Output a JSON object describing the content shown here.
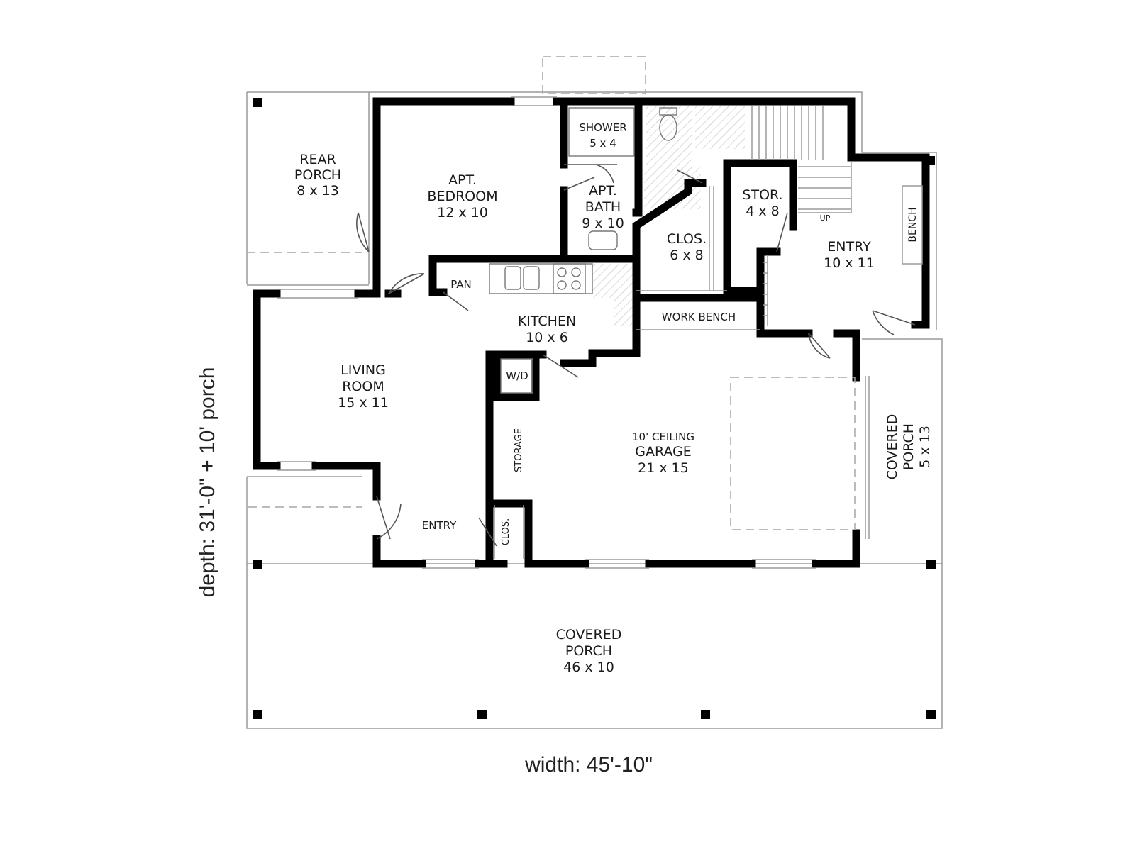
{
  "plan": {
    "labels": {
      "rear_porch": "REAR",
      "rear_porch_2": "PORCH",
      "rear_porch_size": "8 x 13",
      "apt_bedroom": "APT.",
      "apt_bedroom_2": "BEDROOM",
      "apt_bedroom_size": "12 x 10",
      "shower": "SHOWER",
      "shower_size": "5 x 4",
      "apt_bath": "APT.",
      "apt_bath_2": "BATH",
      "apt_bath_size": "9 x 10",
      "clos_center": "CLOS.",
      "clos_center_size": "6 x 8",
      "stor": "STOR.",
      "stor_size": "4 x 8",
      "up": "UP",
      "bench": "BENCH",
      "entry_right": "ENTRY",
      "entry_right_size": "10 x 11",
      "pan": "PAN",
      "kitchen": "KITCHEN",
      "kitchen_size": "10 x 6",
      "work_bench": "WORK BENCH",
      "wd": "W/D",
      "living_room": "LIVING",
      "living_room_2": "ROOM",
      "living_room_size": "15 x 11",
      "storage": "STORAGE",
      "garage_ceiling": "10' CEILING",
      "garage": "GARAGE",
      "garage_size": "21 x 15",
      "covered_porch_side": "COVERED",
      "covered_porch_side_2": "PORCH",
      "covered_porch_side_size": "5 x 13",
      "entry_front": "ENTRY",
      "clos_small": "CLOS.",
      "covered_porch_front": "COVERED",
      "covered_porch_front_2": "PORCH",
      "covered_porch_front_size": "46 x 10"
    },
    "dimensions": {
      "depth": "depth: 31'-0\" + 10' porch",
      "width": "width: 45'-10\""
    }
  }
}
